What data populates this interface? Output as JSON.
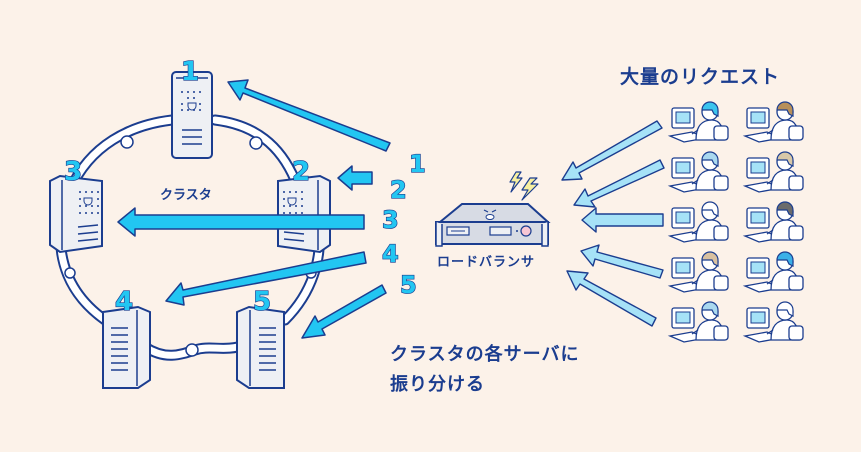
{
  "title": "大量のリクエスト",
  "cluster_label": "クラスタ",
  "load_balancer_label": "ロードバランサ",
  "caption_line1": "クラスタの各サーバに",
  "caption_line2": "振り分ける",
  "servers": [
    {
      "number": "1"
    },
    {
      "number": "2"
    },
    {
      "number": "3"
    },
    {
      "number": "4"
    },
    {
      "number": "5"
    }
  ],
  "route_numbers": [
    "1",
    "2",
    "3",
    "4",
    "5"
  ],
  "users": [
    {
      "hair": "#3bc4ee"
    },
    {
      "hair": "#b8905a"
    },
    {
      "hair": "#a9d8ef"
    },
    {
      "hair": "#d8c8a8"
    },
    {
      "hair": "#ffffff"
    },
    {
      "hair": "#6b6b6b"
    },
    {
      "hair": "#d8c0a0"
    },
    {
      "hair": "#3bb0e8"
    },
    {
      "hair": "#a9d8ef"
    },
    {
      "hair": "#ffffff"
    }
  ],
  "colors": {
    "background": "#fcf2e9",
    "outline": "#1b3d8f",
    "arrow_dark": "#22c6f2",
    "arrow_light": "#a6e2f7",
    "server_fill": "#eef0f4",
    "spark": "#f7efa0",
    "knob": "#f7c6d4"
  }
}
